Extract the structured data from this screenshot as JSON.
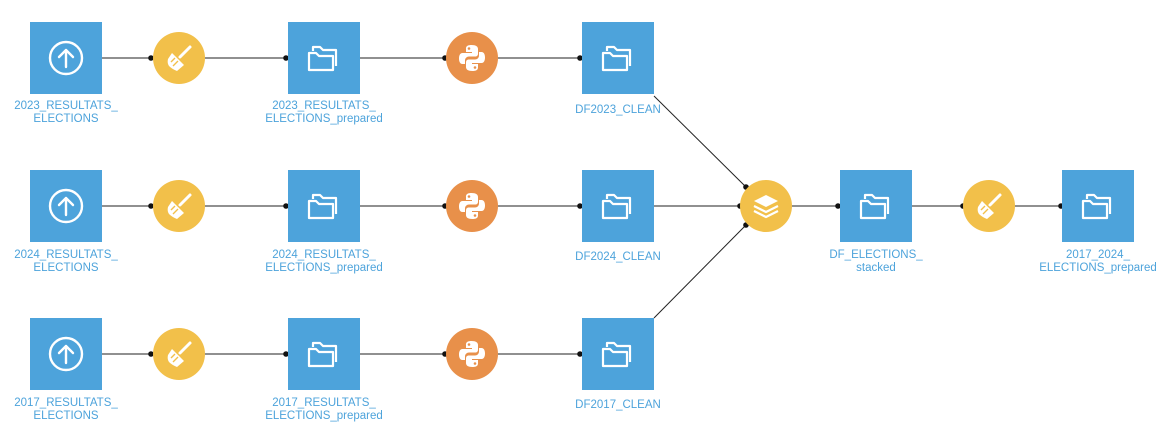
{
  "nodes": {
    "upload_2023": {
      "line1": "2023_RESULTATS_",
      "line2": "ELECTIONS",
      "icon": "upload-icon"
    },
    "prepared_2023": {
      "line1": "2023_RESULTATS_",
      "line2": "ELECTIONS_prepared",
      "icon": "folder-icon"
    },
    "clean_2023": {
      "line1": "DF2023_CLEAN",
      "line2": "",
      "icon": "folder-icon"
    },
    "upload_2024": {
      "line1": "2024_RESULTATS_",
      "line2": "ELECTIONS",
      "icon": "upload-icon"
    },
    "prepared_2024": {
      "line1": "2024_RESULTATS_",
      "line2": "ELECTIONS_prepared",
      "icon": "folder-icon"
    },
    "clean_2024": {
      "line1": "DF2024_CLEAN",
      "line2": "",
      "icon": "folder-icon"
    },
    "upload_2017": {
      "line1": "2017_RESULTATS_",
      "line2": "ELECTIONS",
      "icon": "upload-icon"
    },
    "prepared_2017": {
      "line1": "2017_RESULTATS_",
      "line2": "ELECTIONS_prepared",
      "icon": "folder-icon"
    },
    "clean_2017": {
      "line1": "DF2017_CLEAN",
      "line2": "",
      "icon": "folder-icon"
    },
    "stacked": {
      "line1": "DF_ELECTIONS_",
      "line2": "stacked",
      "icon": "folder-icon"
    },
    "final": {
      "line1": "2017_2024_",
      "line2": "ELECTIONS_prepared",
      "icon": "folder-icon"
    }
  },
  "recipes": {
    "prepare_2023": "broom-icon",
    "python_2023": "python-icon",
    "prepare_2024": "broom-icon",
    "python_2024": "python-icon",
    "prepare_2017": "broom-icon",
    "python_2017": "python-icon",
    "stack": "stack-icon",
    "prepare_final": "broom-icon"
  },
  "colors": {
    "dataset": "#4da3db",
    "prepare_recipe": "#f2c04a",
    "python_recipe": "#e8904a",
    "label": "#4da3db",
    "edge": "#222222"
  }
}
